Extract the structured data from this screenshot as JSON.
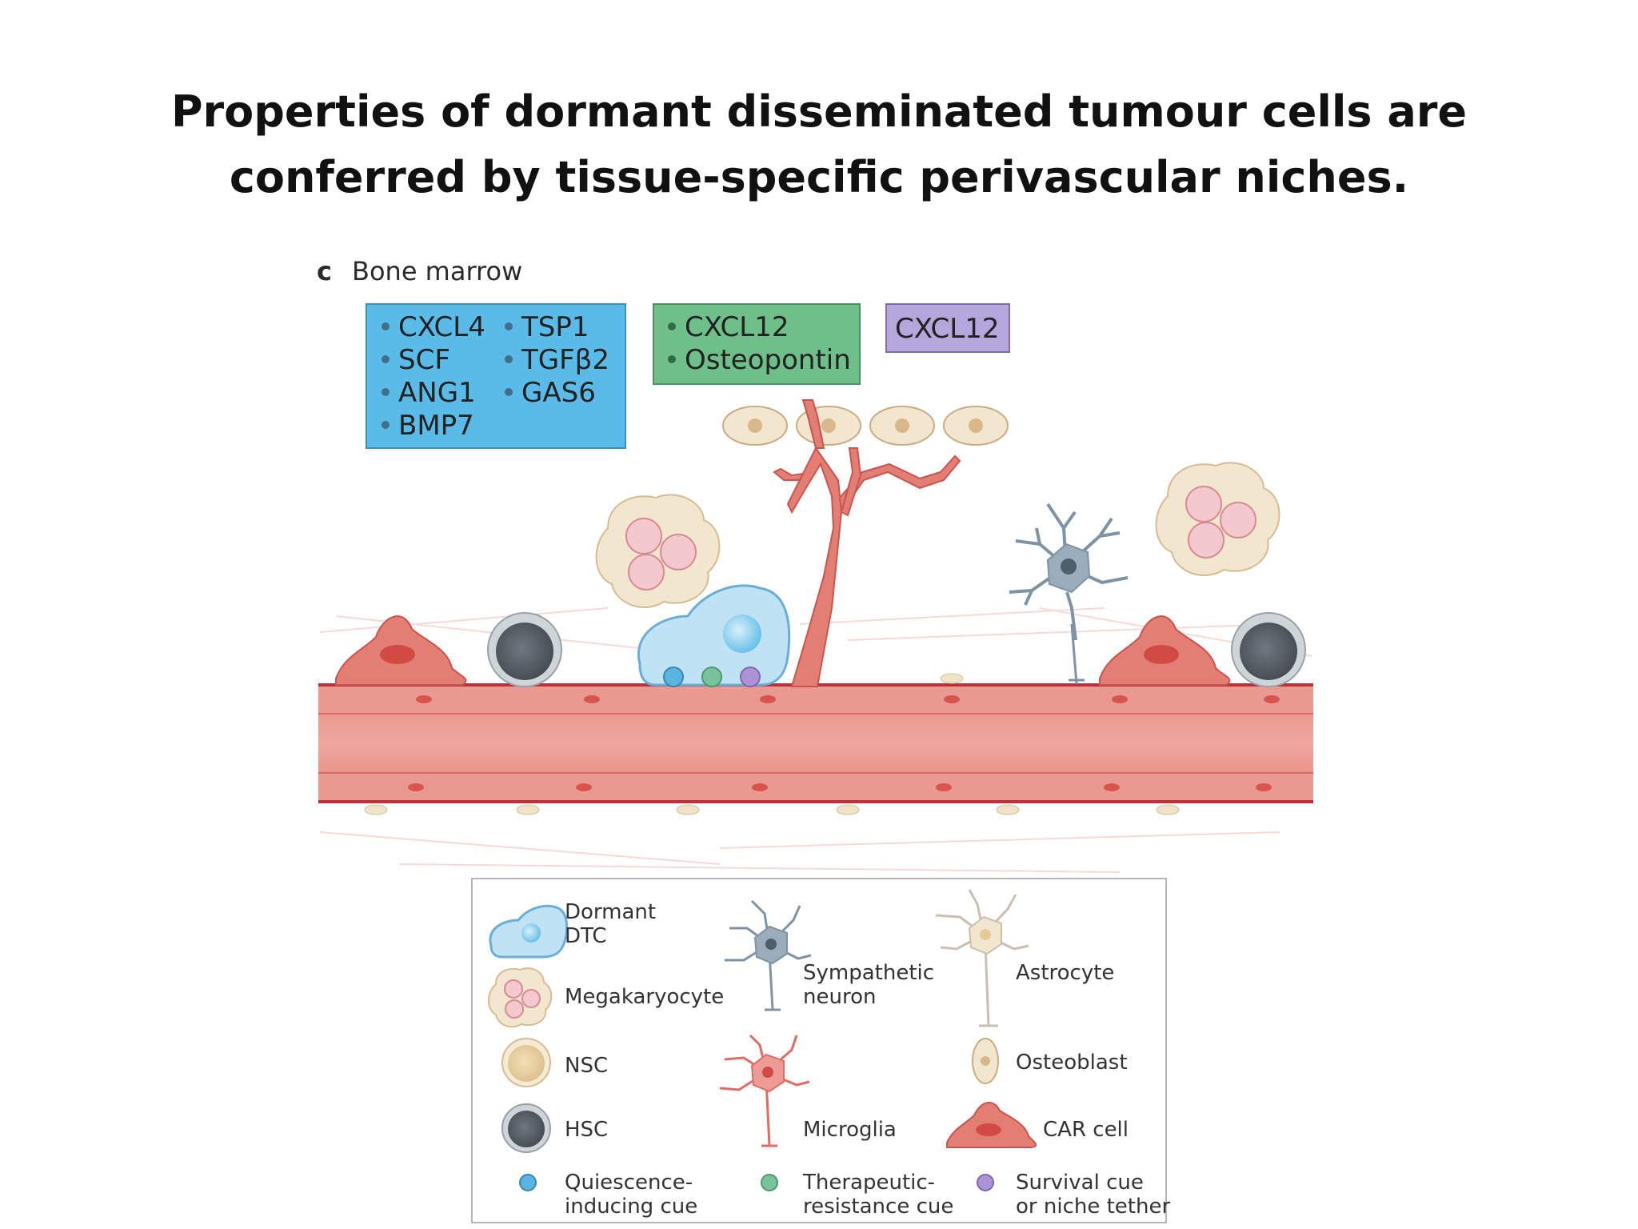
{
  "title": {
    "line1": "Properties of dormant disseminated tumour cells are",
    "line2": "conferred by tissue-specific perivascular niches."
  },
  "panel": {
    "letter": "c",
    "name": "Bone marrow"
  },
  "cue_boxes": {
    "blue": {
      "col1": [
        "CXCL4",
        "SCF",
        "ANG1",
        "BMP7"
      ],
      "col2": [
        "TSP1",
        "TGFβ2",
        "GAS6"
      ],
      "color": "#5bbbe8"
    },
    "green": {
      "items": [
        "CXCL12",
        "Osteopontin"
      ],
      "color": "#6fbf8a"
    },
    "purple": {
      "text": "CXCL12",
      "color": "#b5a6dc"
    }
  },
  "legend": {
    "dormant_dtc": [
      "Dormant",
      "DTC"
    ],
    "megakaryocyte": "Megakaryocyte",
    "nsc": "NSC",
    "hsc": "HSC",
    "sympathetic_neuron": [
      "Sympathetic",
      "neuron"
    ],
    "microglia": "Microglia",
    "astrocyte": "Astrocyte",
    "osteoblast": "Osteoblast",
    "car_cell": "CAR cell",
    "quiescence_cue": [
      "Quiescence-",
      "inducing cue"
    ],
    "therapeutic_cue": [
      "Therapeutic-",
      "resistance cue"
    ],
    "survival_cue": [
      "Survival cue",
      "or niche tether"
    ]
  },
  "colors": {
    "vessel": "#e6847a",
    "vessel_dark": "#b8333a",
    "dtc": "#bfe2f5",
    "quiescence": "#5ab4e0",
    "therapeutic": "#78c49a",
    "survival": "#ab93d6",
    "neuron": "#8fa3b1",
    "hsc": "#5f6870",
    "nsc": "#e8d3a8"
  }
}
